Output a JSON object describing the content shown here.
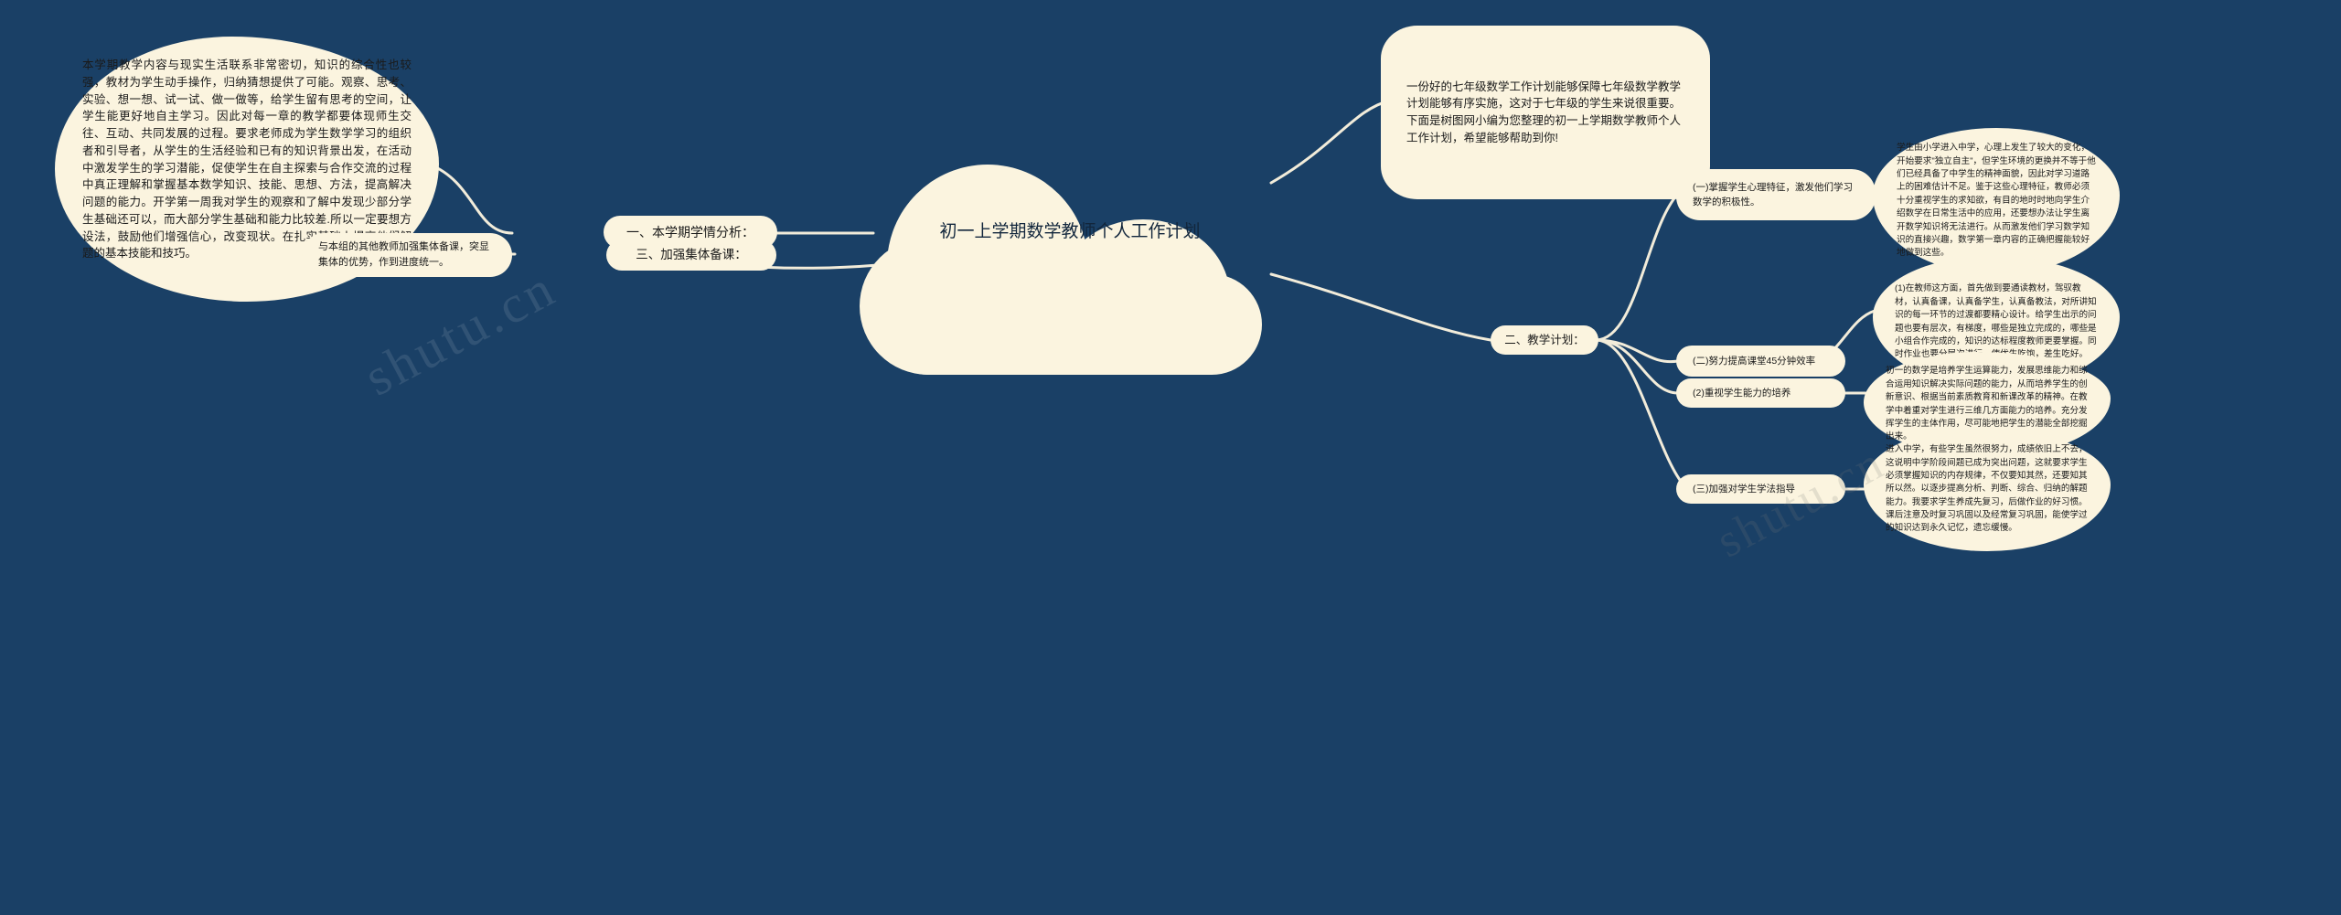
{
  "theme": {
    "background": "#1a4066",
    "node_fill": "#fbf4df",
    "node_text": "#1a1a1a",
    "link_stroke": "#f2ecda"
  },
  "center": {
    "title": "初一上学期数学教师个人工作计划"
  },
  "watermark": {
    "text_left": "shutu.cn",
    "text_right": "shutu.cn"
  },
  "intro": {
    "text": "一份好的七年级数学工作计划能够保障七年级数学教学计划能够有序实施，这对于七年级的学生来说很重要。下面是树图网小编为您整理的初一上学期数学教师个人工作计划，希望能够帮助到你!"
  },
  "branches": [
    {
      "id": "branch-1",
      "label": "一、本学期学情分析：",
      "detail": "本学期教学内容与现实生活联系非常密切，知识的综合性也较强，教材为学生动手操作，归纳猜想提供了可能。观察、思考、实验、想一想、试一试、做一做等，给学生留有思考的空间，让学生能更好地自主学习。因此对每一章的教学都要体现师生交往、互动、共同发展的过程。要求老师成为学生数学学习的组织者和引导者，从学生的生活经验和已有的知识背景出发，在活动中激发学生的学习潜能，促使学生在自主探索与合作交流的过程中真正理解和掌握基本数学知识、技能、思想、方法，提高解决问题的能力。开学第一周我对学生的观察和了解中发现少部分学生基础还可以，而大部分学生基础和能力比较差.所以一定要想方设法，鼓励他们增强信心，改变现状。在扎实基础上提高他们解题的基本技能和技巧。"
    },
    {
      "id": "branch-3",
      "label": "三、加强集体备课：",
      "detail": "与本组的其他教师加强集体备课，突显集体的优势，作到进度统一。"
    },
    {
      "id": "branch-2",
      "label": "二、教学计划：",
      "children": [
        {
          "id": "sub-1",
          "label": "(一)掌握学生心理特征，激发他们学习数学的积极性。",
          "detail": "学生由小学进入中学，心理上发生了较大的变化，开始要求\"独立自主\"，但学生环境的更换并不等于他们已经具备了中学生的精神面貌，因此对学习道路上的困难估计不足。鉴于这些心理特征，教师必须十分重视学生的求知欲，有目的地时时地向学生介绍数学在日常生活中的应用，还要想办法让学生离开数学知识将无法进行。从而激发他们学习数学知识的直接兴趣，数学第一章内容的正确把握能较好地做到这些。"
        },
        {
          "id": "sub-2",
          "label": "(二)努力提高课堂45分钟效率",
          "detail": "(1)在教师这方面，首先做到要通读教材，驾驭教材，认真备课，认真备学生，认真备教法，对所讲知识的每一环节的过渡都要精心设计。给学生出示的问题也要有层次，有梯度，哪些是独立完成的，哪些是小组合作完成的，知识的达标程度教师更要掌握。同时作业也要分层次进行，使优生吃饱，差生吃好。"
        },
        {
          "id": "sub-3",
          "label": "(2)重视学生能力的培养",
          "detail": "初一的数学是培养学生运算能力，发展思维能力和综合运用知识解决实际问题的能力，从而培养学生的创新意识、根据当前素质教育和新课改革的精神。在教学中着重对学生进行三维几方面能力的培养。充分发挥学生的主体作用，尽可能地把学生的潜能全部挖掘出来。"
        },
        {
          "id": "sub-4",
          "label": "(三)加强对学生学法指导",
          "detail": "进入中学，有些学生虽然很努力，成绩依旧上不去，这说明中学阶段间题已成为突出问题，这就要求学生必须掌握知识的内存规律，不仅要知其然，还要知其所以然。以逐步提高分析、判断、综合、归纳的解题能力。我要求学生养成先复习，后做作业的好习惯。课后注意及时复习巩固以及经常复习巩固，能使学过的知识达到永久记忆，遗忘缓慢。"
        }
      ]
    }
  ]
}
